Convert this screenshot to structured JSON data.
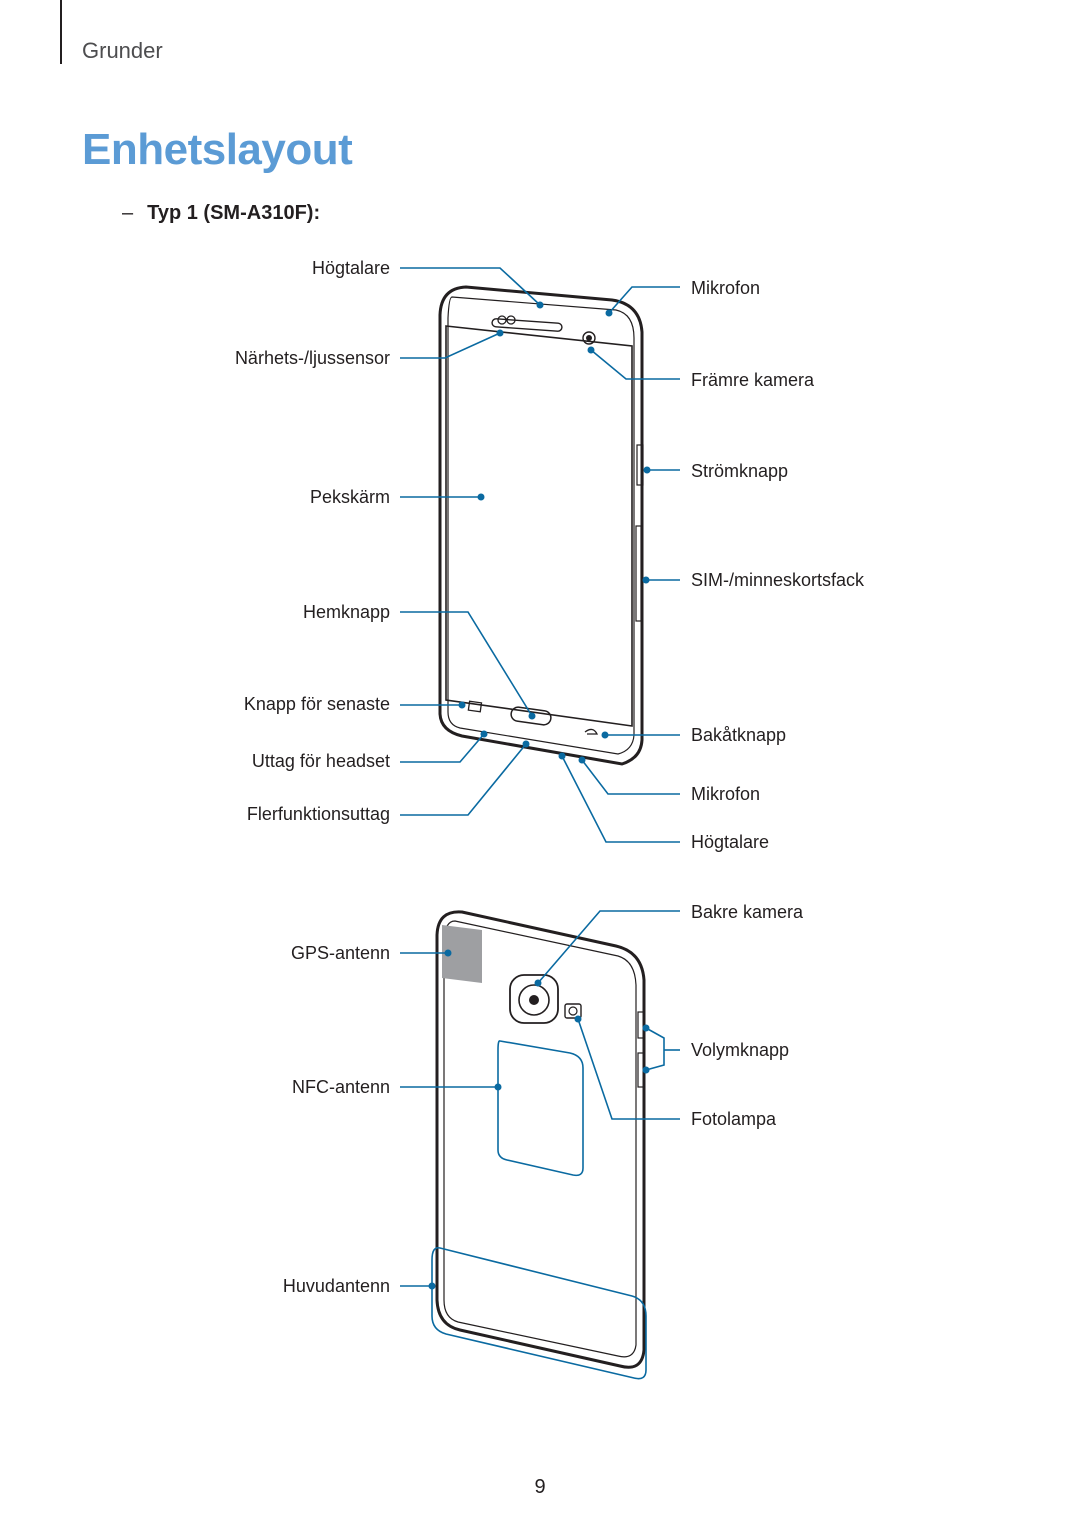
{
  "header": {
    "section": "Grunder"
  },
  "title": "Enhetslayout",
  "subheading": {
    "dash": "–",
    "text": "Typ 1 (SM-A310F):"
  },
  "front_labels": {
    "speaker_top": "Högtalare",
    "proximity_sensor": "Närhets-/ljussensor",
    "touchscreen": "Pekskärm",
    "home_key": "Hemknapp",
    "recent_key": "Knapp för senaste",
    "headset_jack": "Uttag för headset",
    "multipurpose_jack": "Flerfunktionsuttag",
    "mic_top": "Mikrofon",
    "front_camera": "Främre kamera",
    "power_key": "Strömknapp",
    "sim_tray": "SIM-/minneskortsfack",
    "back_key": "Bakåtknapp",
    "mic_bottom": "Mikrofon",
    "speaker_bottom": "Högtalare"
  },
  "back_labels": {
    "gps_antenna": "GPS-antenn",
    "nfc_antenna": "NFC-antenn",
    "main_antenna": "Huvudantenn",
    "rear_camera": "Bakre kamera",
    "volume_key": "Volymknapp",
    "flash": "Fotolampa"
  },
  "page_number": "9",
  "colors": {
    "accent": "#5b9bd5",
    "callout": "#0a6aa1",
    "text": "#231f20"
  }
}
